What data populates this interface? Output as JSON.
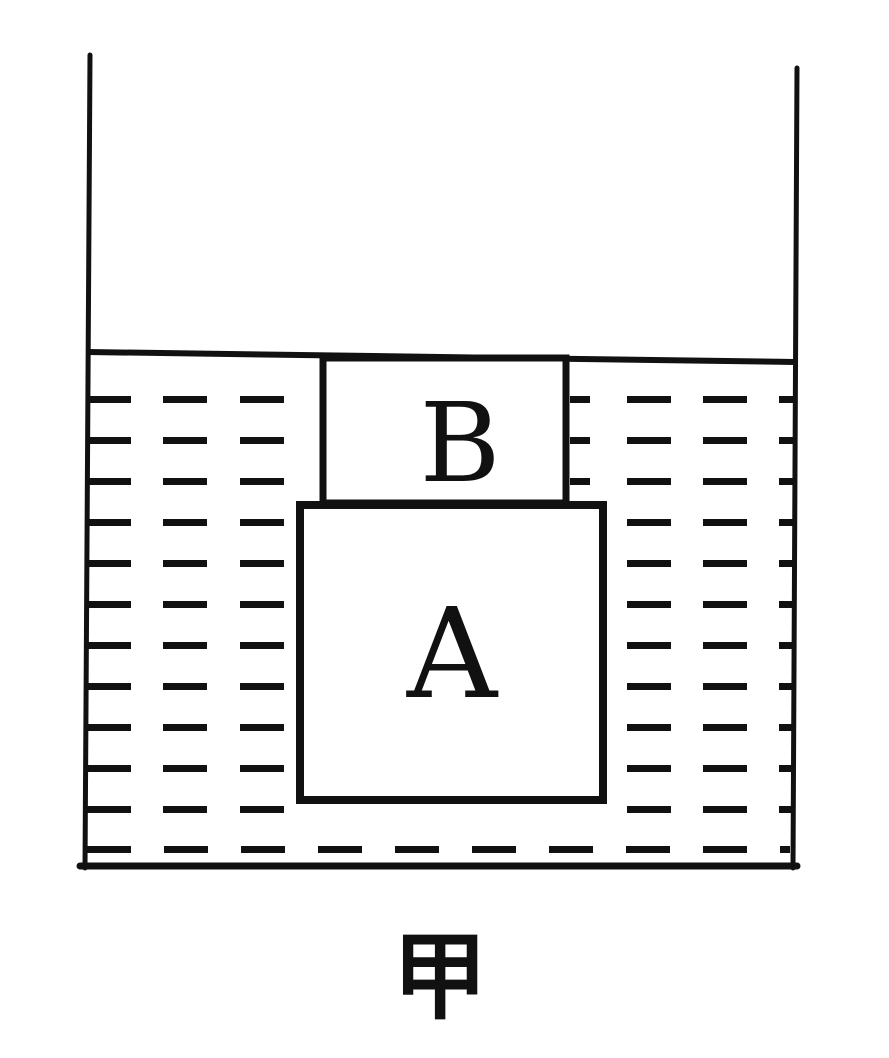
{
  "diagram": {
    "block_b_label": "B",
    "block_a_label": "A",
    "caption": "甲"
  },
  "colors": {
    "ink": "#111111",
    "background": "#ffffff"
  }
}
